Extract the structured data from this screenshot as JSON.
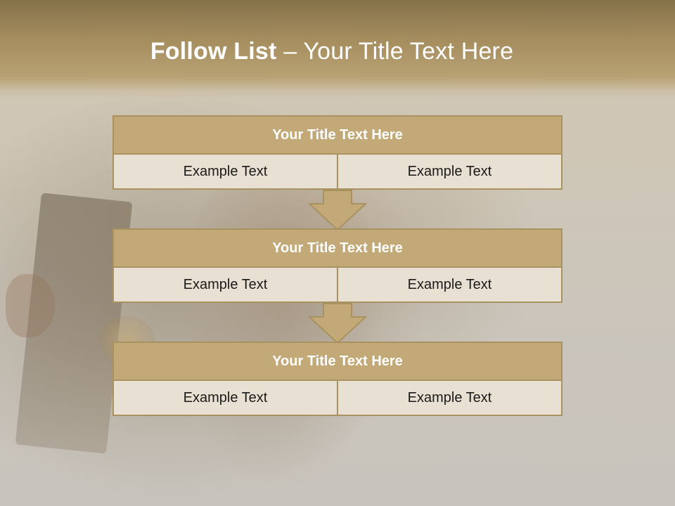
{
  "slide": {
    "title_bold": "Follow List",
    "title_separator": " – ",
    "title_rest": "Your Title Text Here"
  },
  "blocks": [
    {
      "title": "Your Title Text Here",
      "cells": [
        "Example Text",
        "Example Text"
      ]
    },
    {
      "title": "Your Title Text Here",
      "cells": [
        "Example Text",
        "Example Text"
      ]
    },
    {
      "title": "Your Title Text Here",
      "cells": [
        "Example Text",
        "Example Text"
      ]
    }
  ],
  "colors": {
    "title_band": "#a58d5e",
    "block_title_fill": "#c3a977",
    "block_border": "#a8925f",
    "cell_fill": "#e8e0d3",
    "arrow_fill": "#c3a977"
  },
  "icons": {
    "connector": "down-arrow-icon"
  }
}
